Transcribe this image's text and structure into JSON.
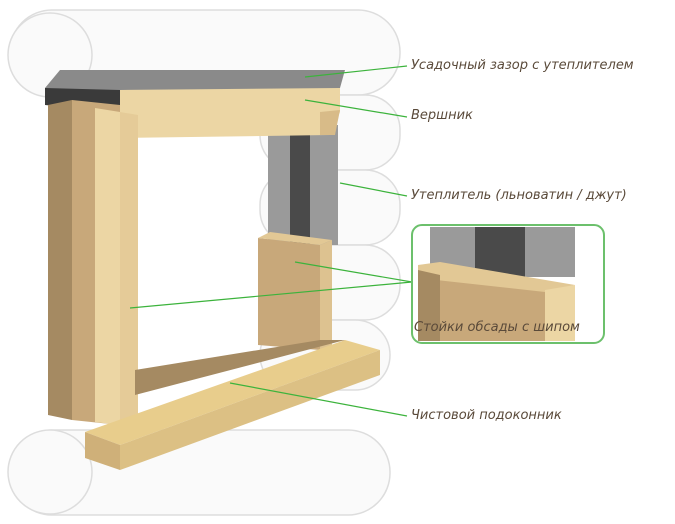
{
  "labels": {
    "shrink_gap": "Усадочный зазор с утеплителем",
    "header": "Вершник",
    "insulation": "Утеплитель (льноватин / джут)",
    "posts": "Стойки обсады с шипом",
    "sill": "Чистовой подоконник"
  },
  "colors": {
    "leader": "#3cb33c",
    "wood_light": "#ecd6a4",
    "wood_mid": "#c8a87a",
    "wood_dark": "#a58a62",
    "insulation": "#9a9a9a",
    "seal": "#555555"
  }
}
